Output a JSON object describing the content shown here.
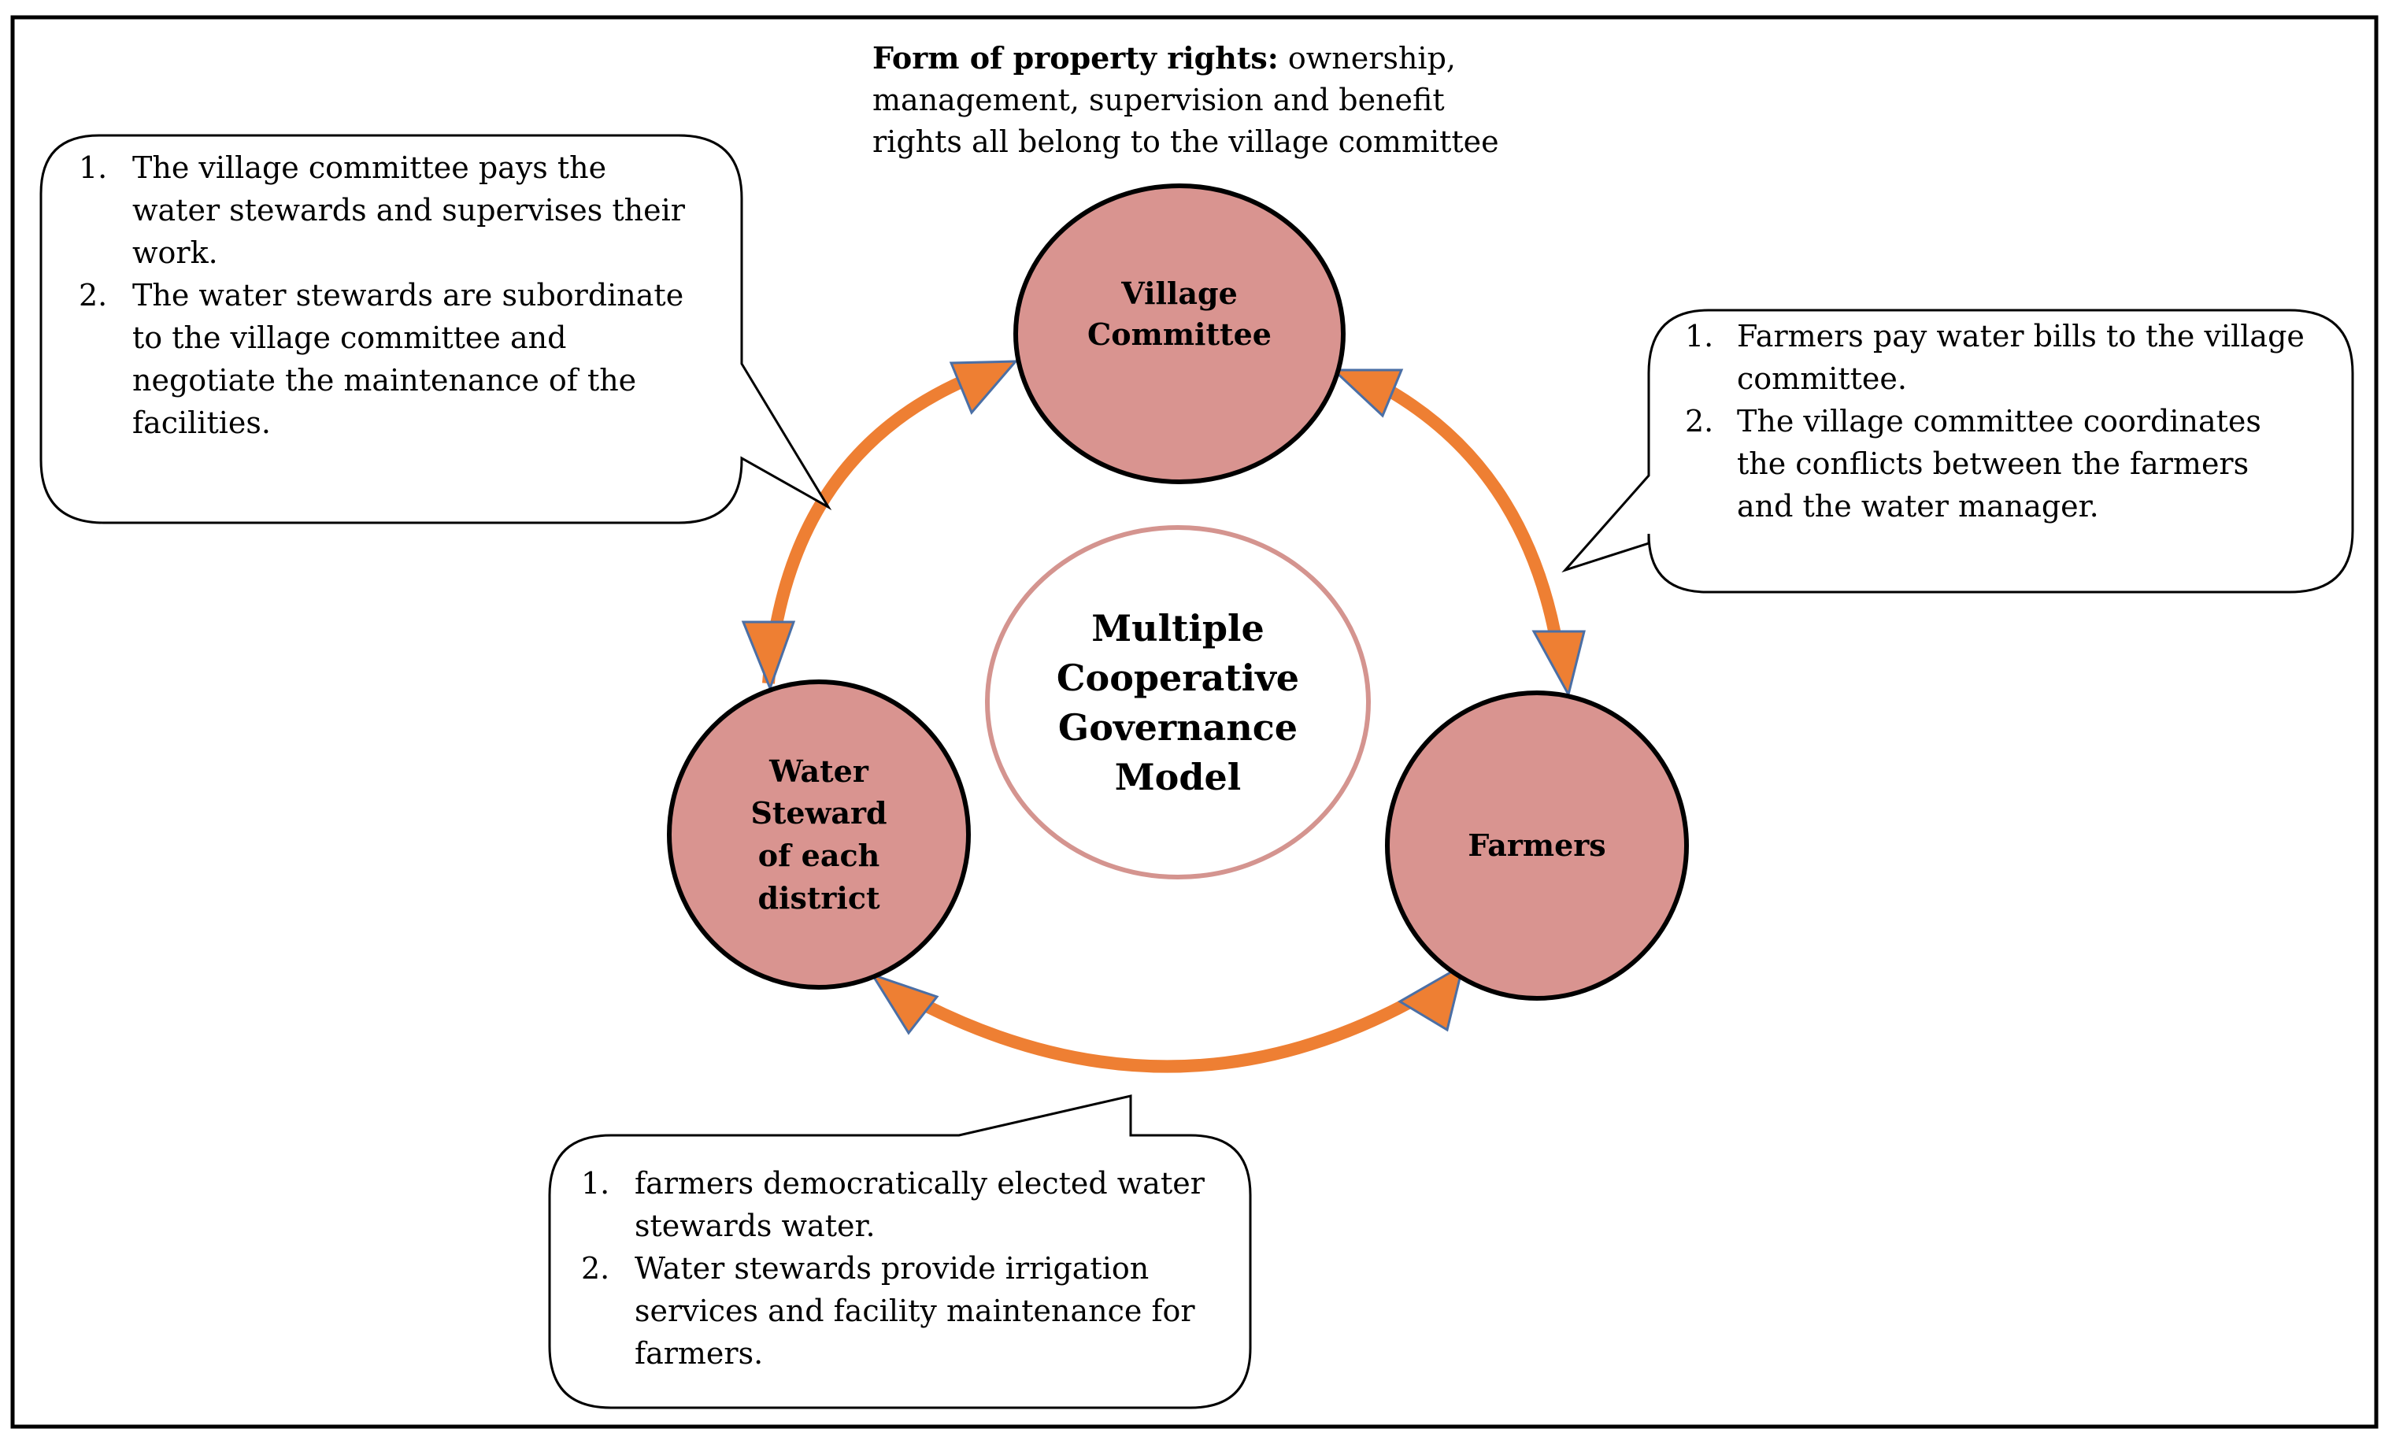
{
  "header": {
    "lead": "Form of property rights:",
    "line1_rest": " ownership,",
    "line2": "management, supervision and benefit",
    "line3": "rights all belong to the village committee"
  },
  "center": {
    "lines": [
      "Multiple",
      "Cooperative",
      "Governance",
      "Model"
    ]
  },
  "nodes": {
    "village": {
      "lines": [
        "Village",
        "Committee"
      ]
    },
    "steward": {
      "lines": [
        "Water",
        "Steward",
        "of each",
        "district"
      ]
    },
    "farmers": {
      "lines": [
        "Farmers"
      ]
    }
  },
  "callouts": {
    "top_left": {
      "numbers": [
        "1.",
        "2."
      ],
      "lines": [
        "The village committee pays the",
        "water stewards and supervises their",
        "work.",
        "The water stewards are subordinate",
        "to the village committee and",
        "negotiate the maintenance of the",
        "facilities."
      ]
    },
    "right": {
      "numbers": [
        "1.",
        "2."
      ],
      "lines": [
        "Farmers pay water bills to the village",
        "committee.",
        "The village committee coordinates",
        "the conflicts between the farmers",
        "and the water manager."
      ]
    },
    "bottom": {
      "numbers": [
        "1.",
        "2."
      ],
      "lines": [
        "farmers democratically elected water",
        "stewards water.",
        "Water stewards provide irrigation",
        "services and facility maintenance for",
        "farmers."
      ]
    }
  },
  "colors": {
    "node_fill": "#d99490",
    "arc": "#ee7f33",
    "arrowhead_outline": "#4b6fa5",
    "center_outline": "#d4948f"
  }
}
